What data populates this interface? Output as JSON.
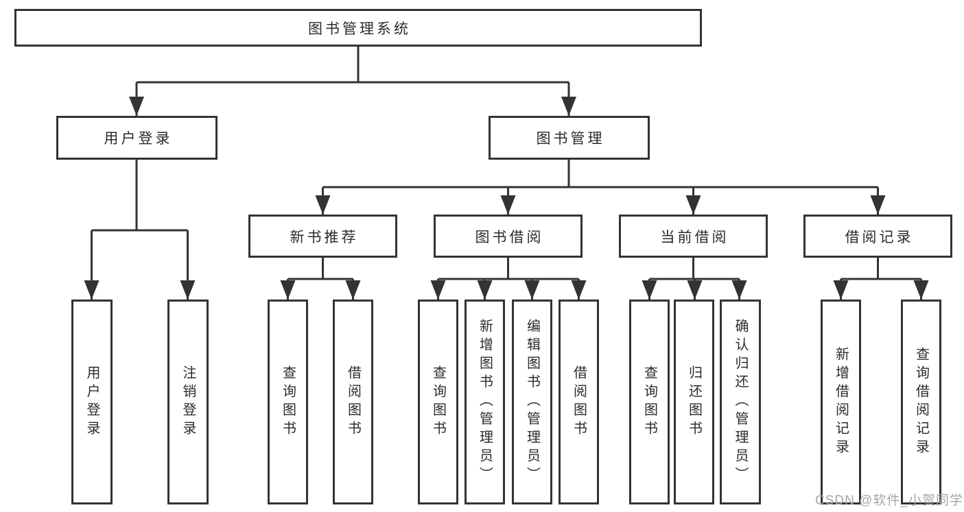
{
  "colors": {
    "line": "#333333",
    "box_border": "#333333",
    "text": "#2b2b2b",
    "watermark": "#a6a6a6",
    "background": "#ffffff"
  },
  "watermark": {
    "text": "CSDN @软件_小贺同学"
  },
  "tree": {
    "root": {
      "label": "图书管理系统"
    },
    "branches": [
      {
        "label": "用户登录",
        "children": [
          {
            "label": "用户登录"
          },
          {
            "label": "注销登录"
          }
        ]
      },
      {
        "label": "图书管理",
        "children": [
          {
            "label": "新书推荐",
            "children": [
              {
                "label": "查询图书"
              },
              {
                "label": "借阅图书"
              }
            ]
          },
          {
            "label": "图书借阅",
            "children": [
              {
                "label": "查询图书"
              },
              {
                "label": "新增图书（管理员）"
              },
              {
                "label": "编辑图书（管理员）"
              },
              {
                "label": "借阅图书"
              }
            ]
          },
          {
            "label": "当前借阅",
            "children": [
              {
                "label": "查询图书"
              },
              {
                "label": "归还图书"
              },
              {
                "label": "确认归还（管理员）"
              }
            ]
          },
          {
            "label": "借阅记录",
            "children": [
              {
                "label": "新增借阅记录"
              },
              {
                "label": "查询借阅记录"
              }
            ]
          }
        ]
      }
    ]
  }
}
